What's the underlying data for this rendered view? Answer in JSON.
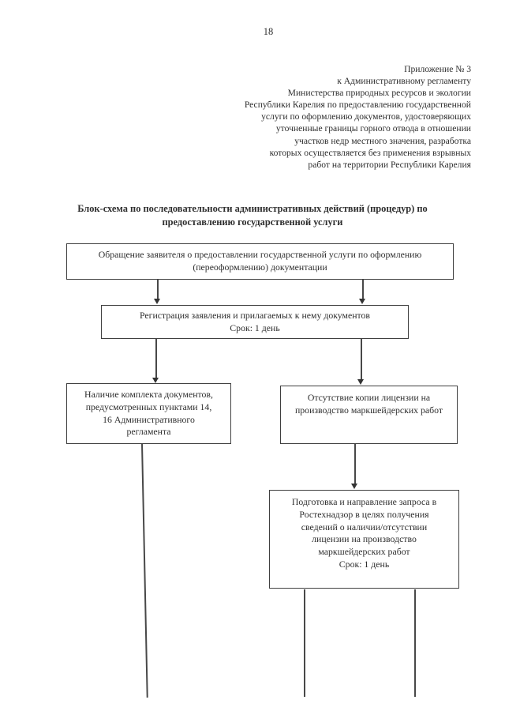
{
  "page_number": "18",
  "header": {
    "appendix_lines": "Приложение № 3\nк Административному регламенту\nМинистерства природных ресурсов и экологии\nРеспублики Карелия по предоставлению государственной\nуслуги по оформлению документов, удостоверяющих\nуточненные границы горного отвода в отношении\nучастков недр местного значения, разработка\nкоторых осуществляется без применения взрывных\nработ на территории Республики Карелия"
  },
  "title": "Блок-схема по последовательности административных действий (процедур) по\nпредоставлению государственной услуги",
  "flowchart": {
    "box_application": "Обращение заявителя о предоставлении государственной услуги по оформлению\n(переоформлению) документации",
    "box_registration": "Регистрация заявления и прилагаемых к нему документов\nСрок: 1 день",
    "box_docs_present": "Наличие комплекта документов,\nпредусмотренных пунктами 14,\n16 Административного\nрегламента",
    "box_license_missing": "Отсутствие копии лицензии на\nпроизводство маркшейдерских работ",
    "box_rostechnadzor": "Подготовка и направление запроса в\nРостехнадзор в целях получения\nсведений о наличии/отсутствии\nлицензии на производство\nмаркшейдерских работ\nСрок: 1 день"
  },
  "colors": {
    "ink": "#2e2e2e",
    "box_border": "#3f3f3f",
    "background": "#ffffff"
  }
}
